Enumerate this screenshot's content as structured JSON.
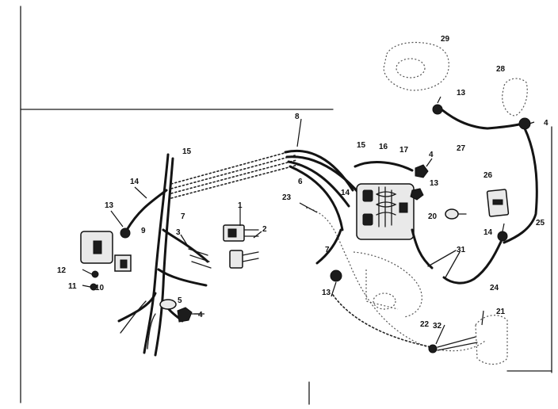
{
  "diagram": {
    "callouts": [
      {
        "id": "c1",
        "label": "1"
      },
      {
        "id": "c2",
        "label": "2"
      },
      {
        "id": "c3",
        "label": "3"
      },
      {
        "id": "c4",
        "label": "4"
      },
      {
        "id": "c4b",
        "label": "4"
      },
      {
        "id": "c4c",
        "label": "4"
      },
      {
        "id": "c5",
        "label": "5"
      },
      {
        "id": "c6",
        "label": "6"
      },
      {
        "id": "c7",
        "label": "7"
      },
      {
        "id": "c7b",
        "label": "7"
      },
      {
        "id": "c8",
        "label": "8"
      },
      {
        "id": "c9",
        "label": "9"
      },
      {
        "id": "c10",
        "label": "10"
      },
      {
        "id": "c11",
        "label": "11"
      },
      {
        "id": "c12",
        "label": "12"
      },
      {
        "id": "c13",
        "label": "13"
      },
      {
        "id": "c13b",
        "label": "13"
      },
      {
        "id": "c13c",
        "label": "13"
      },
      {
        "id": "c13d",
        "label": "13"
      },
      {
        "id": "c14",
        "label": "14"
      },
      {
        "id": "c14b",
        "label": "14"
      },
      {
        "id": "c14c",
        "label": "14"
      },
      {
        "id": "c15",
        "label": "15"
      },
      {
        "id": "c15b",
        "label": "15"
      },
      {
        "id": "c16",
        "label": "16"
      },
      {
        "id": "c17",
        "label": "17"
      },
      {
        "id": "c20",
        "label": "20"
      },
      {
        "id": "c21",
        "label": "21"
      },
      {
        "id": "c22",
        "label": "22"
      },
      {
        "id": "c23",
        "label": "23"
      },
      {
        "id": "c24",
        "label": "24"
      },
      {
        "id": "c25",
        "label": "25"
      },
      {
        "id": "c26",
        "label": "26"
      },
      {
        "id": "c27",
        "label": "27"
      },
      {
        "id": "c28",
        "label": "28"
      },
      {
        "id": "c29",
        "label": "29"
      },
      {
        "id": "c31",
        "label": "31"
      },
      {
        "id": "c32",
        "label": "32"
      }
    ]
  }
}
